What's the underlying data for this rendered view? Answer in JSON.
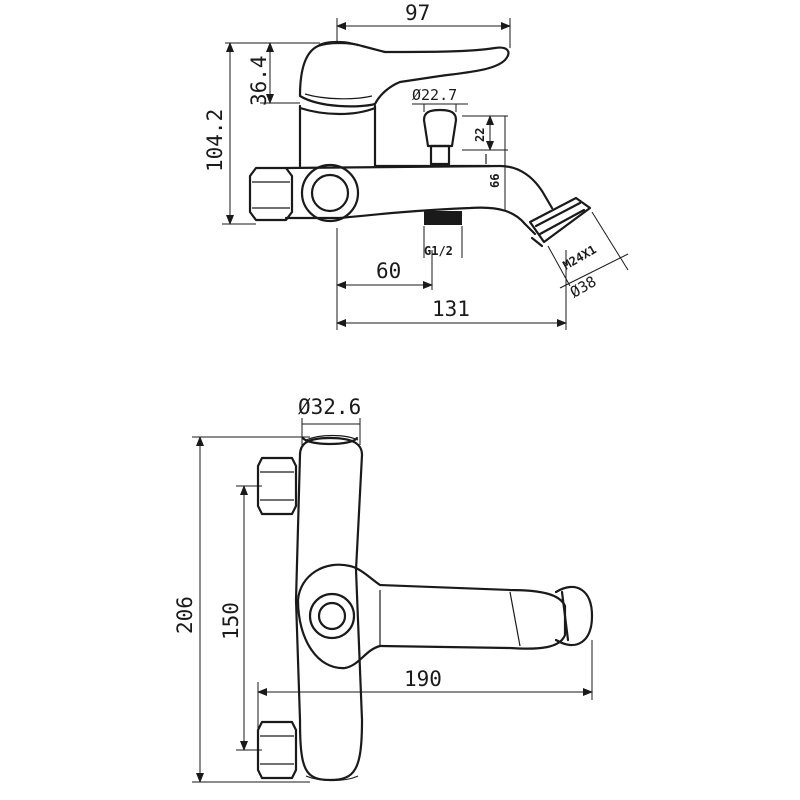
{
  "side_view": {
    "dim_width_top": "97",
    "dim_lever_height": "36.4",
    "dim_total_height": "104.2",
    "dim_button_diameter": "Ø22.7",
    "dim_button_height": "22",
    "dim_spout_height": "66",
    "dim_thread_inlet": "G1/2",
    "dim_offset": "60",
    "dim_reach": "131",
    "dim_aerator_thread": "M24X1",
    "dim_aerator_diameter": "Ø38"
  },
  "top_view": {
    "dim_lever_diameter": "Ø32.6",
    "dim_total_length": "206",
    "dim_centers": "150",
    "dim_projection": "190"
  }
}
